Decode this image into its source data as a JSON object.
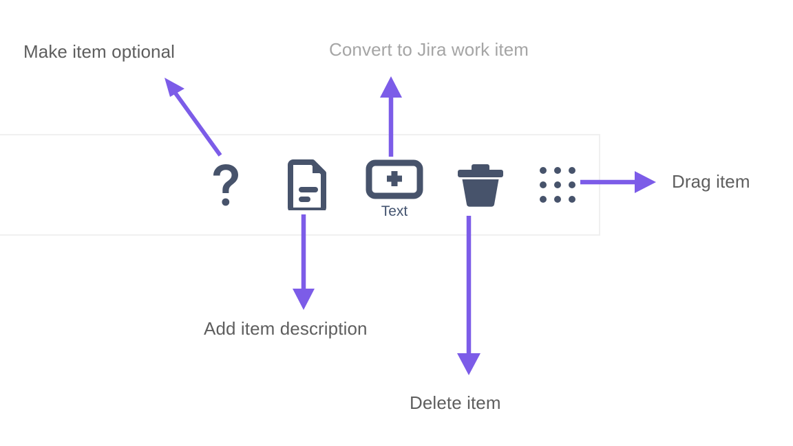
{
  "accent_color": "#7c5ce8",
  "icon_color": "#47536b",
  "panel_border_color": "#f0f0f0",
  "label_color": "#5e5e5e",
  "muted_label_color": "#a5a5a5",
  "toolbar": {
    "name": "checklist-item-toolbar",
    "tools": [
      {
        "id": "make-optional",
        "icon": "question-mark-icon",
        "caption": ""
      },
      {
        "id": "add-description",
        "icon": "document-icon",
        "caption": ""
      },
      {
        "id": "convert-to-jira",
        "icon": "add-box-icon",
        "caption": "Text"
      },
      {
        "id": "delete",
        "icon": "trash-icon",
        "caption": ""
      },
      {
        "id": "drag-handle",
        "icon": "drag-dots-icon",
        "caption": ""
      }
    ]
  },
  "annotations": [
    {
      "id": "make-item-optional",
      "text": "Make item optional",
      "muted": false
    },
    {
      "id": "convert-to-jira",
      "text": "Convert to Jira work item",
      "muted": true
    },
    {
      "id": "drag-item",
      "text": "Drag item",
      "muted": false
    },
    {
      "id": "add-item-description",
      "text": "Add item description",
      "muted": false
    },
    {
      "id": "delete-item",
      "text": "Delete item",
      "muted": false
    }
  ]
}
